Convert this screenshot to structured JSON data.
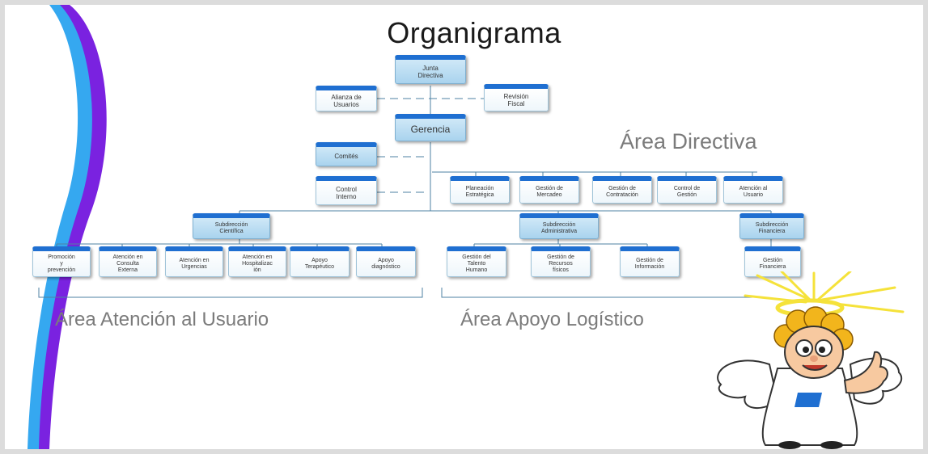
{
  "title": "Organigrama",
  "areas": {
    "directiva": "Área Directiva",
    "atencion": "Área Atención al Usuario",
    "apoyo": "Área Apoyo Logístico"
  },
  "nodes": {
    "junta": "Junta\nDirectiva",
    "alianza": "Alianza de\nUsuarios",
    "revision": "Revisión\nFiscal",
    "gerencia": "Gerencia",
    "comites": "Comités",
    "control_interno": "Control\nInterno",
    "planeacion": "Planeación\nEstratégica",
    "mercadeo": "Gestión de\nMercadeo",
    "contratacion": "Gestión de\nContratación",
    "control_gestion": "Control de\nGestión",
    "atencion_usuario": "Atención al\nUsuario",
    "sub_cientifica": "Subdirección\nCientífica",
    "sub_administrativa": "Subdirección\nAdministrativa",
    "sub_financiera": "Subdirección\nFinanciera",
    "promocion": "Promoción\ny\nprevención",
    "consulta_externa": "Atención en\nConsulta\nExterna",
    "urgencias": "Atención en\nUrgencias",
    "hospitalizacion": "Atención en\nHospitalizac\nión",
    "terapeutico": "Apoyo\nTerapéutico",
    "diagnostico": "Apoyo\ndiagnóstico",
    "talento_humano": "Gestión del\nTalento\nHumano",
    "recursos_fisicos": "Gestión de\nRecursos\nfísicos",
    "informacion": "Gestión de\nInformación",
    "gestion_financiera": "Gestión\nFinanciera"
  },
  "colors": {
    "accent_blue": "#1f6fd1",
    "deco_purple": "#7a22e0",
    "deco_cyan": "#35a8f0",
    "halo_yellow": "#f5e23a"
  },
  "illustration": "angel-mascot"
}
